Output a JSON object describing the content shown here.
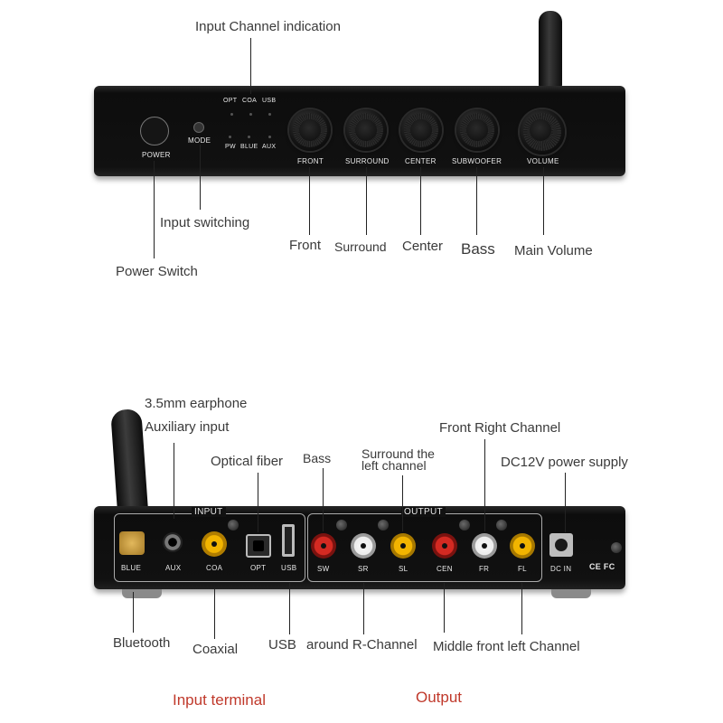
{
  "front": {
    "panel_labels": {
      "power": "POWER",
      "mode": "MODE",
      "opt": "OPT",
      "coa": "COA",
      "usb": "USB",
      "pw": "PW",
      "blue": "BLUE",
      "aux": "AUX",
      "front": "FRONT",
      "surround": "SURROUND",
      "center": "CENTER",
      "subwoofer": "SUBWOOFER",
      "volume": "VOLUME"
    },
    "callouts": {
      "input_channel_indication": "Input Channel indication",
      "input_switching": "Input switching",
      "power_switch": "Power Switch",
      "front": "Front",
      "surround": "Surround",
      "center": "Center",
      "bass": "Bass",
      "main_volume": "Main Volume"
    }
  },
  "rear": {
    "panel_labels": {
      "input": "INPUT",
      "output": "OUTPUT",
      "blue": "BLUE",
      "aux": "AUX",
      "coa": "COA",
      "opt": "OPT",
      "usb": "USB",
      "sw": "SW",
      "sr": "SR",
      "sl": "SL",
      "cen": "CEN",
      "fr": "FR",
      "fl": "FL",
      "dc_in": "DC IN",
      "cert": "CE FC"
    },
    "callouts": {
      "earphone_line1": "3.5mm earphone",
      "earphone_line2": "Auxiliary input",
      "optical_fiber": "Optical fiber",
      "bass": "Bass",
      "surround_left_line1": "Surround the",
      "surround_left_line2": "left channel",
      "front_right": "Front Right Channel",
      "dc12v": "DC12V power supply",
      "bluetooth": "Bluetooth",
      "coaxial": "Coaxial",
      "usb": "USB",
      "around_r": "around R-Channel",
      "middle_front_left": "Middle front left Channel"
    },
    "footer": {
      "input_terminal": "Input terminal",
      "output": "Output"
    }
  },
  "colors": {
    "panel": "#111111",
    "rca_red": "#c0201b",
    "rca_white": "#e8e8e8",
    "rca_yellow": "#e0a800",
    "footer_text": "#c0392b"
  }
}
